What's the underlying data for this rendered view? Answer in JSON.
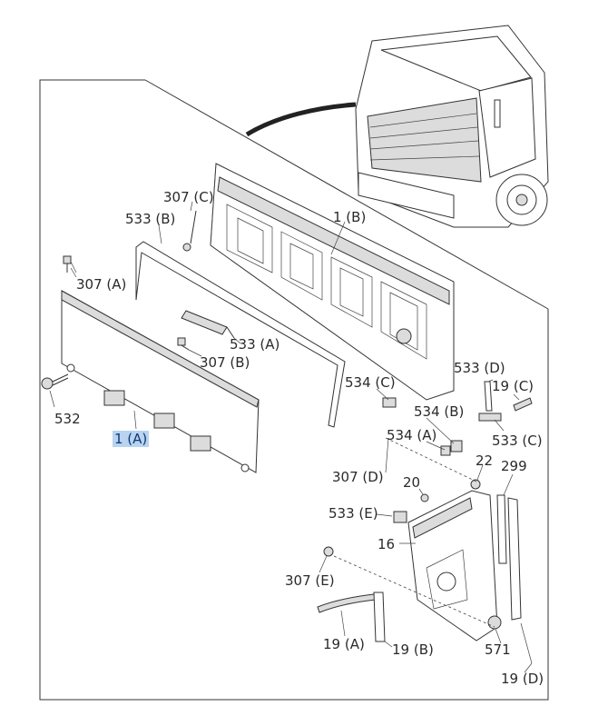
{
  "labels": {
    "l_307c": "307 (C)",
    "l_533b": "533 (B)",
    "l_1b": "1 (B)",
    "l_307a": "307 (A)",
    "l_533a": "533 (A)",
    "l_307b": "307 (B)",
    "l_532": "532",
    "l_1a": "1 (A)",
    "l_533d": "533 (D)",
    "l_19c": "19 (C)",
    "l_534c": "534 (C)",
    "l_534b": "534 (B)",
    "l_534a": "534 (A)",
    "l_533c": "533 (C)",
    "l_307d": "307 (D)",
    "l_22": "22",
    "l_299": "299",
    "l_20": "20",
    "l_533e": "533 (E)",
    "l_16": "16",
    "l_307e": "307 (E)",
    "l_19a": "19 (A)",
    "l_19b": "19 (B)",
    "l_571": "571",
    "l_19d": "19 (D)"
  },
  "highlight_color": "#b9d3f0"
}
